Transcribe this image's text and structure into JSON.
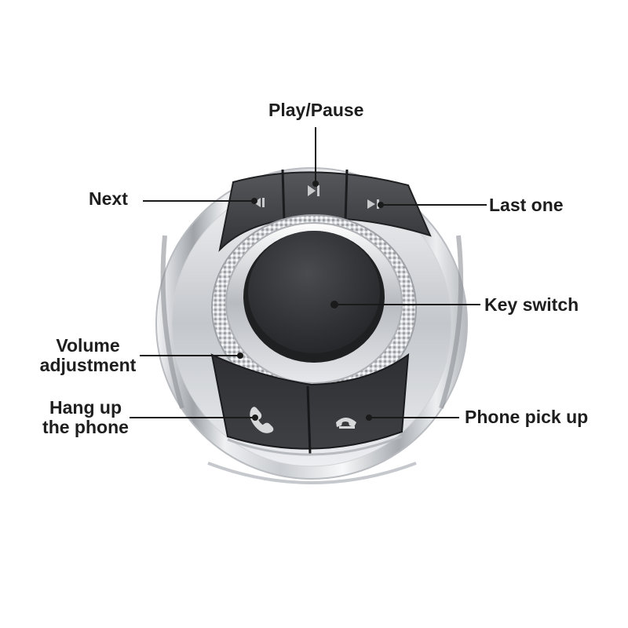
{
  "labels": {
    "play_pause": "Play/Pause",
    "next": "Next",
    "last_one": "Last one",
    "key_switch": "Key switch",
    "volume_line1": "Volume",
    "volume_line2": "adjustment",
    "hang_up_line1": "Hang up",
    "hang_up_line2": "the phone",
    "pick_up": "Phone pick up"
  },
  "icons": {
    "prev": "previous-track-icon",
    "play_pause": "play-pause-icon",
    "next": "next-track-icon",
    "hang_up": "phone-hang-up-icon",
    "pick_up": "phone-pick-up-icon"
  },
  "colors": {
    "label_text": "#1e1e1e",
    "callout_line": "#1a1a1a",
    "button_dark": "#3a3b3e",
    "chrome": "#d8dadd",
    "background": "#ffffff"
  }
}
